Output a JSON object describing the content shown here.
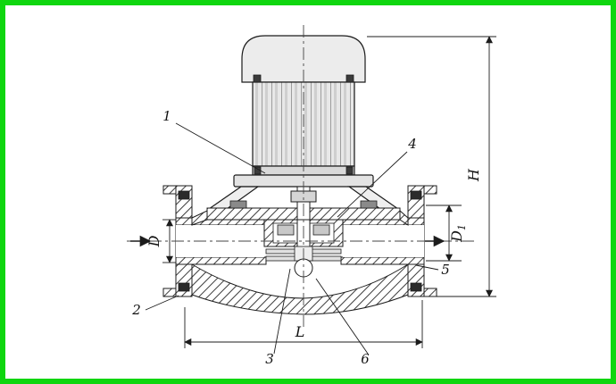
{
  "figure": {
    "colors": {
      "frame": "#0fd60f",
      "paper": "#ffffff",
      "ink": "#1c1c1c"
    },
    "part_labels": {
      "p1": "1",
      "p2": "2",
      "p3": "3",
      "p4": "4",
      "p5": "5",
      "p6": "6"
    },
    "dim_labels": {
      "overall_height": "H",
      "suction_diameter": "D",
      "discharge_diameter_main": "D",
      "discharge_diameter_sub": "1",
      "overall_length": "L"
    }
  }
}
